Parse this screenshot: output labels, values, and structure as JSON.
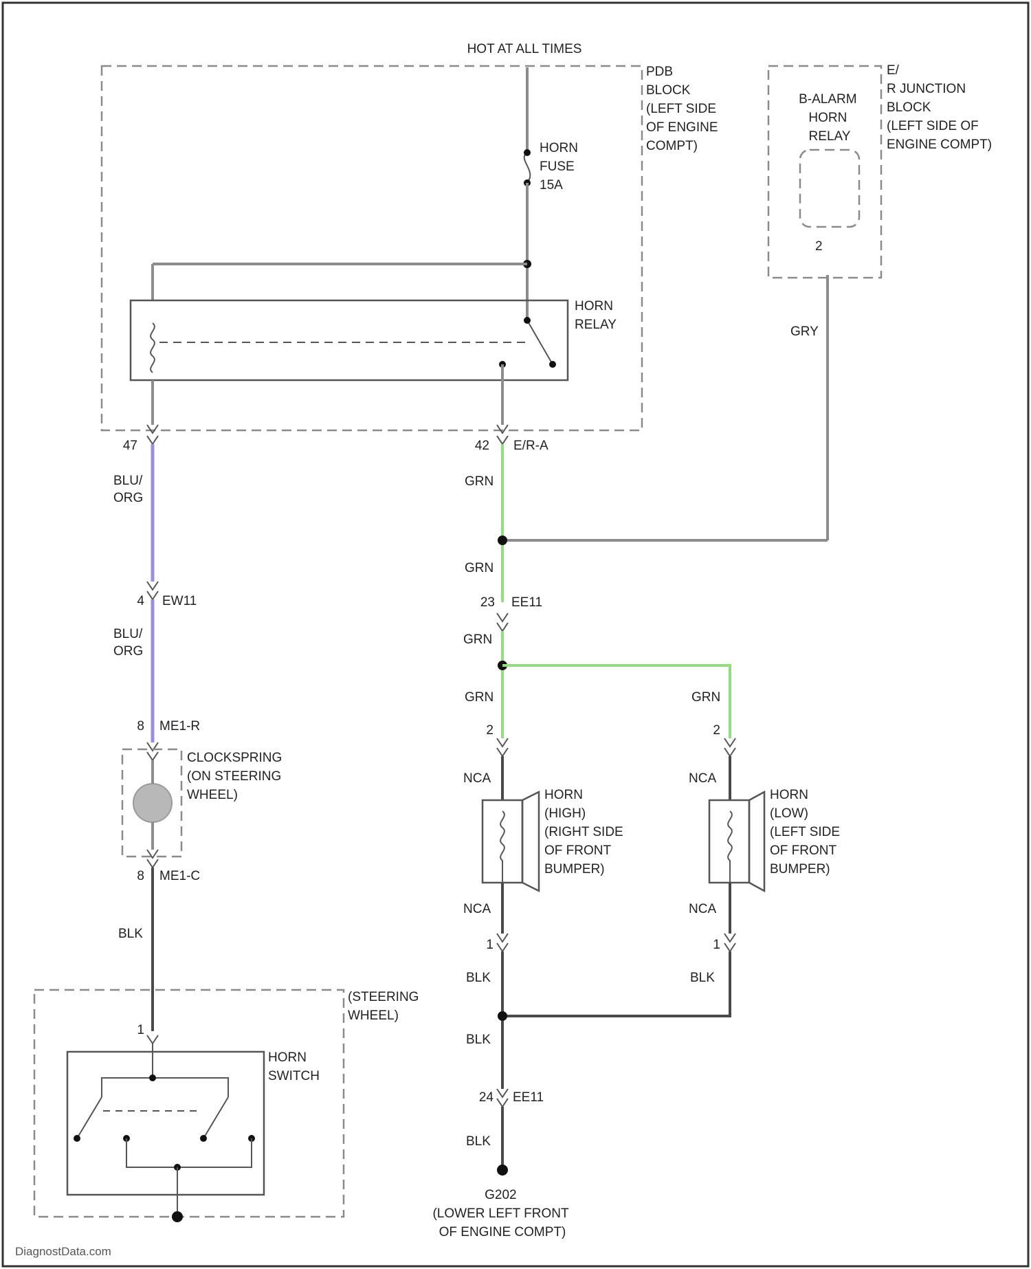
{
  "diagram": {
    "hot_label": "HOT AT ALL TIMES",
    "pdb_label": [
      "PDB",
      "BLOCK",
      "(LEFT SIDE",
      "OF ENGINE",
      "COMPT)"
    ],
    "fuse_label": [
      "HORN",
      "FUSE",
      "15A"
    ],
    "horn_relay_label": [
      "HORN",
      "RELAY"
    ],
    "b_alarm_relay_label": [
      "B-ALARM",
      "HORN",
      "RELAY"
    ],
    "junction_block_label": [
      "E/",
      "R JUNCTION",
      "BLOCK",
      "(LEFT SIDE OF",
      "ENGINE COMPT)"
    ],
    "relay_pin": "2",
    "wire_gry": "GRY",
    "pin_47": "47",
    "pin_42": "42",
    "conn_er_a": "E/R-A",
    "wire_blu_org": [
      "BLU/",
      "ORG"
    ],
    "pin_4": "4",
    "conn_ew1": "EW11",
    "wire_grn": "GRN",
    "pin_23": "23",
    "conn_ee11": "EE11",
    "pin_8": "8",
    "conn_me1_r": "ME1-R",
    "clockspring_label": [
      "CLOCKSPRING",
      "(ON STEERING",
      "WHEEL)"
    ],
    "pin_2": "2",
    "wire_nca": "NCA",
    "horn_high_label": [
      "HORN",
      "(HIGH)",
      "(RIGHT SIDE",
      "OF FRONT",
      "BUMPER)"
    ],
    "horn_low_label": [
      "HORN",
      "(LOW)",
      "(LEFT SIDE",
      "OF FRONT",
      "BUMPER)"
    ],
    "pin_8b": "8",
    "conn_me1_c": "ME1-C",
    "wire_blk": "BLK",
    "pin_1": "1",
    "steering_wheel_label": [
      "(STEERING",
      "WHEEL)"
    ],
    "horn_switch_label": [
      "HORN",
      "SWITCH"
    ],
    "pin_24": "24",
    "conn_ee11b": "EE11",
    "ground_label": [
      "G202",
      "(LOWER LEFT FRONT",
      "OF ENGINE COMPT)"
    ],
    "watermark": "DiagnostData.com"
  }
}
